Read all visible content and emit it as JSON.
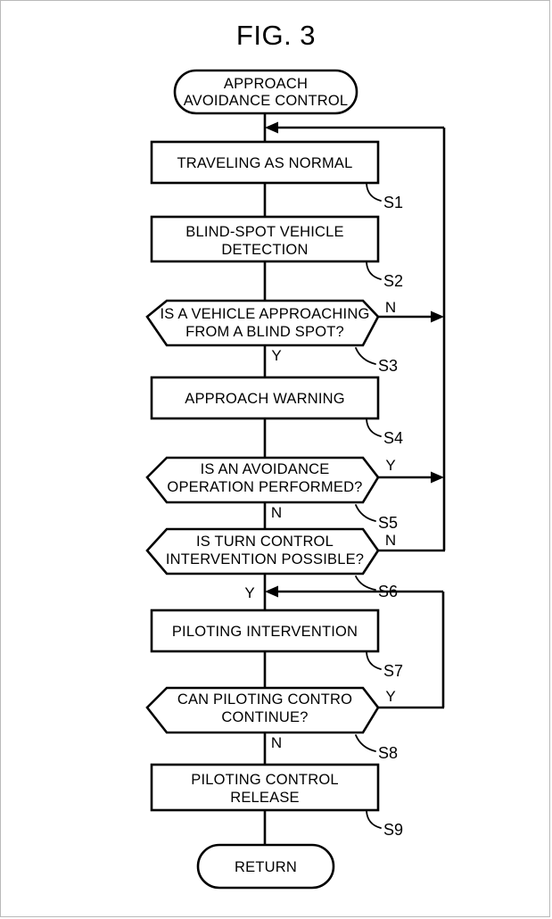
{
  "figure": {
    "title": "FIG. 3",
    "type": "flowchart",
    "orientation": "vertical-top-down"
  },
  "nodes": [
    {
      "id": "start",
      "shape": "terminator",
      "lines": [
        "APPROACH",
        "AVOIDANCE CONTROL"
      ],
      "step": null
    },
    {
      "id": "s1",
      "shape": "process",
      "lines": [
        "TRAVELING AS NORMAL"
      ],
      "step": "S1"
    },
    {
      "id": "s2",
      "shape": "process",
      "lines": [
        "BLIND-SPOT VEHICLE",
        "DETECTION"
      ],
      "step": "S2"
    },
    {
      "id": "s3",
      "shape": "decision",
      "lines": [
        "IS A VEHICLE APPROACHING",
        "FROM A BLIND SPOT?"
      ],
      "step": "S3",
      "yes_label": "Y",
      "no_label": "N"
    },
    {
      "id": "s4",
      "shape": "process",
      "lines": [
        "APPROACH WARNING"
      ],
      "step": "S4"
    },
    {
      "id": "s5",
      "shape": "decision",
      "lines": [
        "IS AN AVOIDANCE",
        "OPERATION PERFORMED?"
      ],
      "step": "S5",
      "yes_label": "Y",
      "no_label": "N"
    },
    {
      "id": "s6",
      "shape": "decision",
      "lines": [
        "IS TURN CONTROL",
        "INTERVENTION POSSIBLE?"
      ],
      "step": "S6",
      "yes_label": "Y",
      "no_label": "N"
    },
    {
      "id": "s7",
      "shape": "process",
      "lines": [
        "PILOTING INTERVENTION"
      ],
      "step": "S7"
    },
    {
      "id": "s8",
      "shape": "decision",
      "lines": [
        "CAN PILOTING CONTRO",
        "CONTINUE?"
      ],
      "step": "S8",
      "yes_label": "Y",
      "no_label": "N"
    },
    {
      "id": "s9",
      "shape": "process",
      "lines": [
        "PILOTING CONTROL",
        "RELEASE"
      ],
      "step": "S9"
    },
    {
      "id": "end",
      "shape": "terminator",
      "lines": [
        "RETURN"
      ],
      "step": null
    }
  ],
  "branch_labels": {
    "s3_no": "N",
    "s3_yes": "Y",
    "s5_yes": "Y",
    "s5_no": "N",
    "s6_no": "N",
    "s6_yes": "Y",
    "s8_yes": "Y",
    "s8_no": "N"
  },
  "step_labels": {
    "s1": "S1",
    "s2": "S2",
    "s3": "S3",
    "s4": "S4",
    "s5": "S5",
    "s6": "S6",
    "s7": "S7",
    "s8": "S8",
    "s9": "S9"
  },
  "colors": {
    "ink": "#000000",
    "paper": "#ffffff",
    "page_border": "#b9b9b9"
  }
}
